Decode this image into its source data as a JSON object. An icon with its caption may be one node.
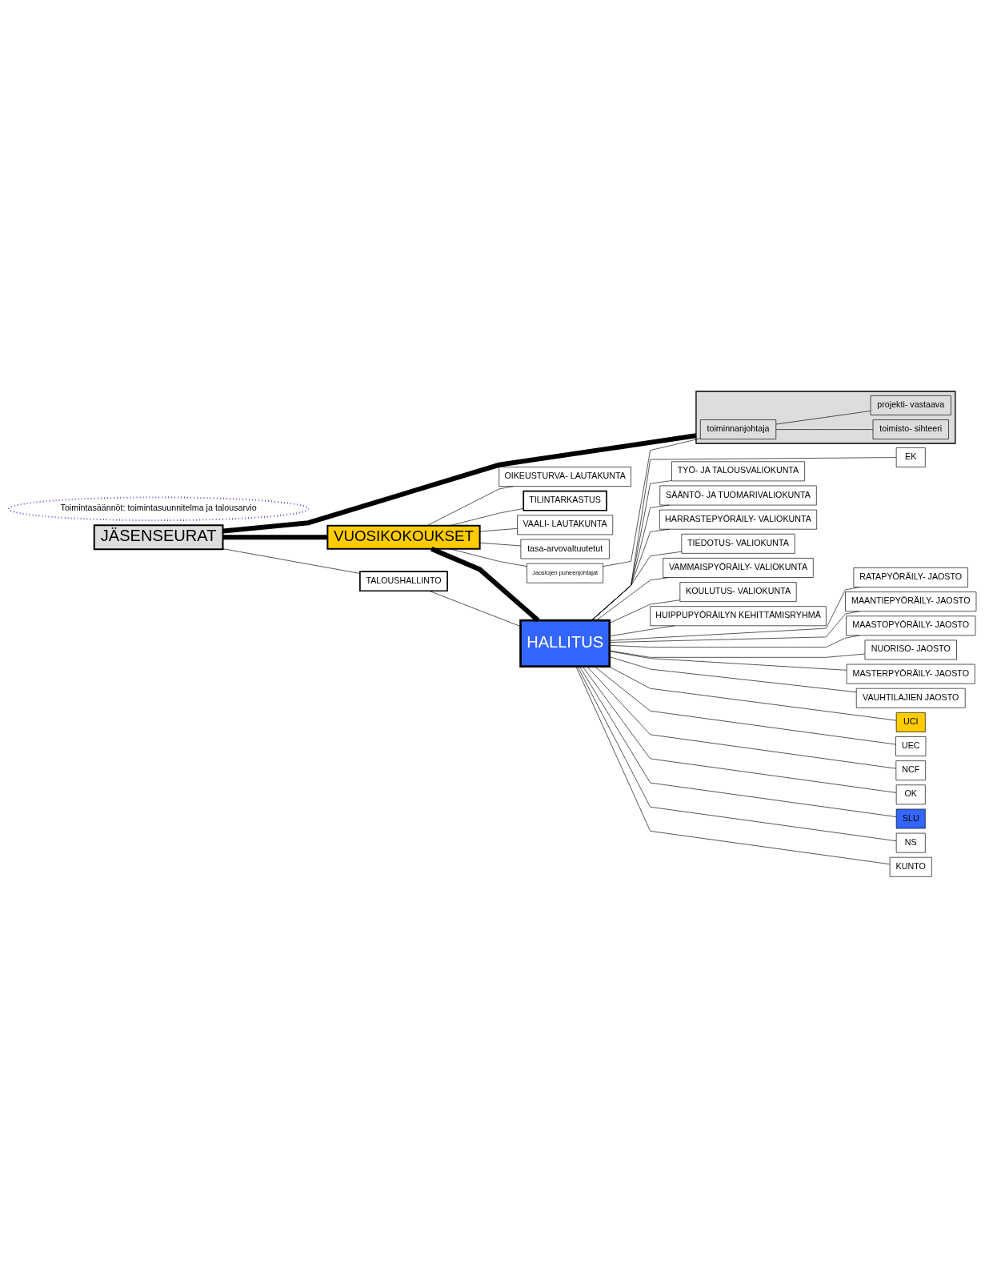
{
  "diagram": {
    "nodes": [
      {
        "text": [
          "JÄSENSEURAT"
        ]
      },
      {
        "text": [
          "Toimintasäännöt: toimintasuunnitelma ja talousarvio"
        ]
      },
      {
        "text": [
          "VUOSIKOKOUKSET"
        ]
      },
      {
        "text": [
          "TILINTARKASTUS"
        ]
      },
      {
        "text": [
          "TALOUSHALLINTO"
        ]
      },
      {
        "text": [
          "VAALI- LAUTAKUNTA"
        ]
      },
      {
        "text": [
          "tasa-arvovaltuutetut"
        ]
      },
      {
        "text": [
          "OIKEUSTURVA- LAUTAKUNTA"
        ]
      },
      {
        "text": [
          "Jaostojen puheenjohtajat"
        ]
      },
      {
        "text": [
          "HALLITUS"
        ]
      },
      {
        "text": [
          "TYÖ- JA TALOUSVALIOKUNTA"
        ]
      },
      {
        "text": [
          "SÄÄNTÖ- JA TUOMARIVALIOKUNTA"
        ]
      },
      {
        "text": [
          "HARRASTEPYÖRÄILY- VALIOKUNTA"
        ]
      },
      {
        "text": [
          "TIEDOTUS- VALIOKUNTA"
        ]
      },
      {
        "text": [
          "VAMMAISPYÖRÄILY- VALIOKUNTA"
        ]
      },
      {
        "text": [
          "KOULUTUS- VALIOKUNTA"
        ]
      },
      {
        "text": [
          "HUIPPUPYÖRÄILYN KEHITTÄMISRYHMÄ"
        ]
      },
      {
        "text": [
          "RATAPYÖRÄILY- JAOSTO"
        ]
      },
      {
        "text": [
          "MAANTIEPYÖRÄILY- JAOSTO"
        ]
      },
      {
        "text": [
          "MAASTOPYÖRÄILY- JAOSTO"
        ]
      },
      {
        "text": [
          "NUORISO- JAOSTO"
        ]
      },
      {
        "text": [
          "MASTERPYÖRÄILY- JAOSTO"
        ]
      },
      {
        "text": [
          "VAUHTILAJIEN JAOSTO"
        ]
      },
      {
        "text": [],
        "shape": "box"
      },
      {
        "text": [
          "toiminnanjohtaja"
        ],
        "in": 23
      },
      {
        "text": [
          "toimisto- sihteeri"
        ],
        "in": 23
      },
      {
        "text": [
          "projekti- vastaava"
        ],
        "in": 23
      },
      {
        "text": [
          "UCI"
        ]
      },
      {
        "text": [
          "UEC"
        ]
      },
      {
        "text": [
          "NCF"
        ]
      },
      {
        "text": [
          "OK"
        ]
      },
      {
        "text": [
          "SLU"
        ]
      },
      {
        "text": [
          "NS"
        ]
      },
      {
        "text": [
          "KUNTO"
        ]
      },
      {
        "text": [
          "EK"
        ]
      }
    ],
    "edges": [
      {
        "from": 0,
        "to": 2,
        "arrow": "none",
        "style": "thick"
      },
      {
        "from": 0,
        "to": 4,
        "arrow": "none"
      },
      {
        "from": 0,
        "to": 23,
        "arrow": "none",
        "style": "thick"
      },
      {
        "from": 2,
        "to": 3,
        "arrow": "none"
      },
      {
        "from": 2,
        "to": 9,
        "arrow": "none",
        "style": "thick"
      },
      {
        "from": 2,
        "to": 5,
        "arrow": "none"
      },
      {
        "from": 2,
        "to": 6,
        "arrow": "none"
      },
      {
        "from": 2,
        "to": 7,
        "arrow": "none"
      },
      {
        "from": 2,
        "to": 8,
        "arrow": "none"
      },
      {
        "from": 4,
        "to": 9,
        "arrow": "none"
      },
      {
        "from": 9,
        "to": 10,
        "arrow": "none"
      },
      {
        "from": 9,
        "to": 11,
        "arrow": "none"
      },
      {
        "from": 9,
        "to": 12,
        "arrow": "none"
      },
      {
        "from": 9,
        "to": 13,
        "arrow": "none"
      },
      {
        "from": 9,
        "to": 14,
        "arrow": "none"
      },
      {
        "from": 9,
        "to": 15,
        "arrow": "none"
      },
      {
        "from": 9,
        "to": 16,
        "arrow": "none"
      },
      {
        "from": 9,
        "to": 17,
        "arrow": "none"
      },
      {
        "from": 9,
        "to": 18,
        "arrow": "none"
      },
      {
        "from": 9,
        "to": 19,
        "arrow": "none"
      },
      {
        "from": 9,
        "to": 20,
        "arrow": "none"
      },
      {
        "from": 9,
        "to": 21,
        "arrow": "none"
      },
      {
        "from": 9,
        "to": 22,
        "arrow": "none"
      },
      {
        "from": 8,
        "to": 24,
        "arrow": "none"
      },
      {
        "from": 24,
        "to": 25,
        "arrow": "none"
      },
      {
        "from": 24,
        "to": 26,
        "arrow": "none"
      },
      {
        "from": 9,
        "to": 27,
        "arrow": "none"
      },
      {
        "from": 9,
        "to": 28,
        "arrow": "none"
      },
      {
        "from": 9,
        "to": 29,
        "arrow": "none"
      },
      {
        "from": 9,
        "to": 30,
        "arrow": "none"
      },
      {
        "from": 9,
        "to": 31,
        "arrow": "none"
      },
      {
        "from": 9,
        "to": 32,
        "arrow": "none"
      },
      {
        "from": 9,
        "to": 33,
        "arrow": "none"
      },
      {
        "from": 9,
        "to": 34,
        "arrow": "none"
      }
    ]
  }
}
